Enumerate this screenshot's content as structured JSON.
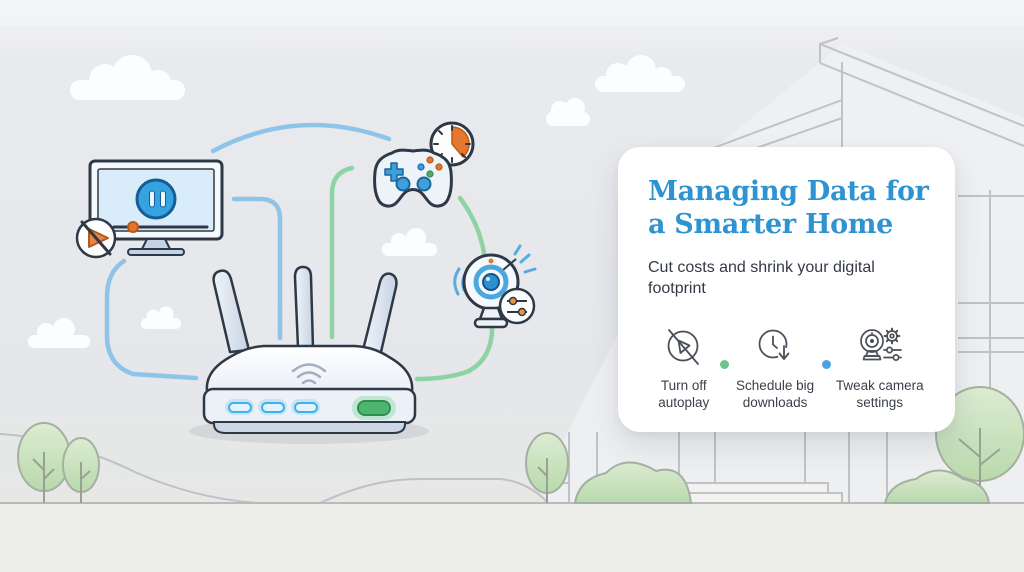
{
  "card": {
    "title_line1": "Managing Data for",
    "title_line2": "a Smarter Home",
    "title_full": "Managing Data for a Smarter Home",
    "subtitle": "Cut costs and shrink your digital footprint",
    "items": [
      {
        "label": "Turn off autoplay",
        "icon": "autoplay-off-icon"
      },
      {
        "label": "Schedule big downloads",
        "icon": "schedule-downloads-icon"
      },
      {
        "label": "Tweak camera settings",
        "icon": "camera-settings-icon"
      }
    ],
    "separators": [
      {
        "icon": "dot-separator",
        "color": "#6cc58c"
      },
      {
        "icon": "dot-separator",
        "color": "#4aa3e0"
      }
    ]
  },
  "scene": {
    "devices": [
      {
        "icon": "tv-paused-video-icon",
        "badges": [
          "autoplay-blocked-badge"
        ]
      },
      {
        "icon": "game-controller-icon",
        "badges": [
          "timer-clock-badge"
        ]
      },
      {
        "icon": "webcam-icon",
        "badges": [
          "sliders-settings-badge"
        ]
      },
      {
        "icon": "wifi-router-icon",
        "badges": [
          "status-leds",
          "power-button"
        ]
      }
    ],
    "background_elements": [
      "clouds",
      "house-outline",
      "trees",
      "bushes",
      "steps",
      "hills",
      "ground"
    ]
  },
  "colors": {
    "title_blue": "#2e93d1",
    "line_blue": "#8ec4e8",
    "line_green": "#8fd3a4",
    "dot_green": "#6cc58c",
    "dot_blue": "#4aa3e0",
    "accent_orange": "#e8772e",
    "led_blue": "#4fb7ee",
    "led_green": "#4db56e",
    "card_bg": "#ffffff",
    "sky": "#e8e9ec",
    "ground": "#edeee9"
  }
}
